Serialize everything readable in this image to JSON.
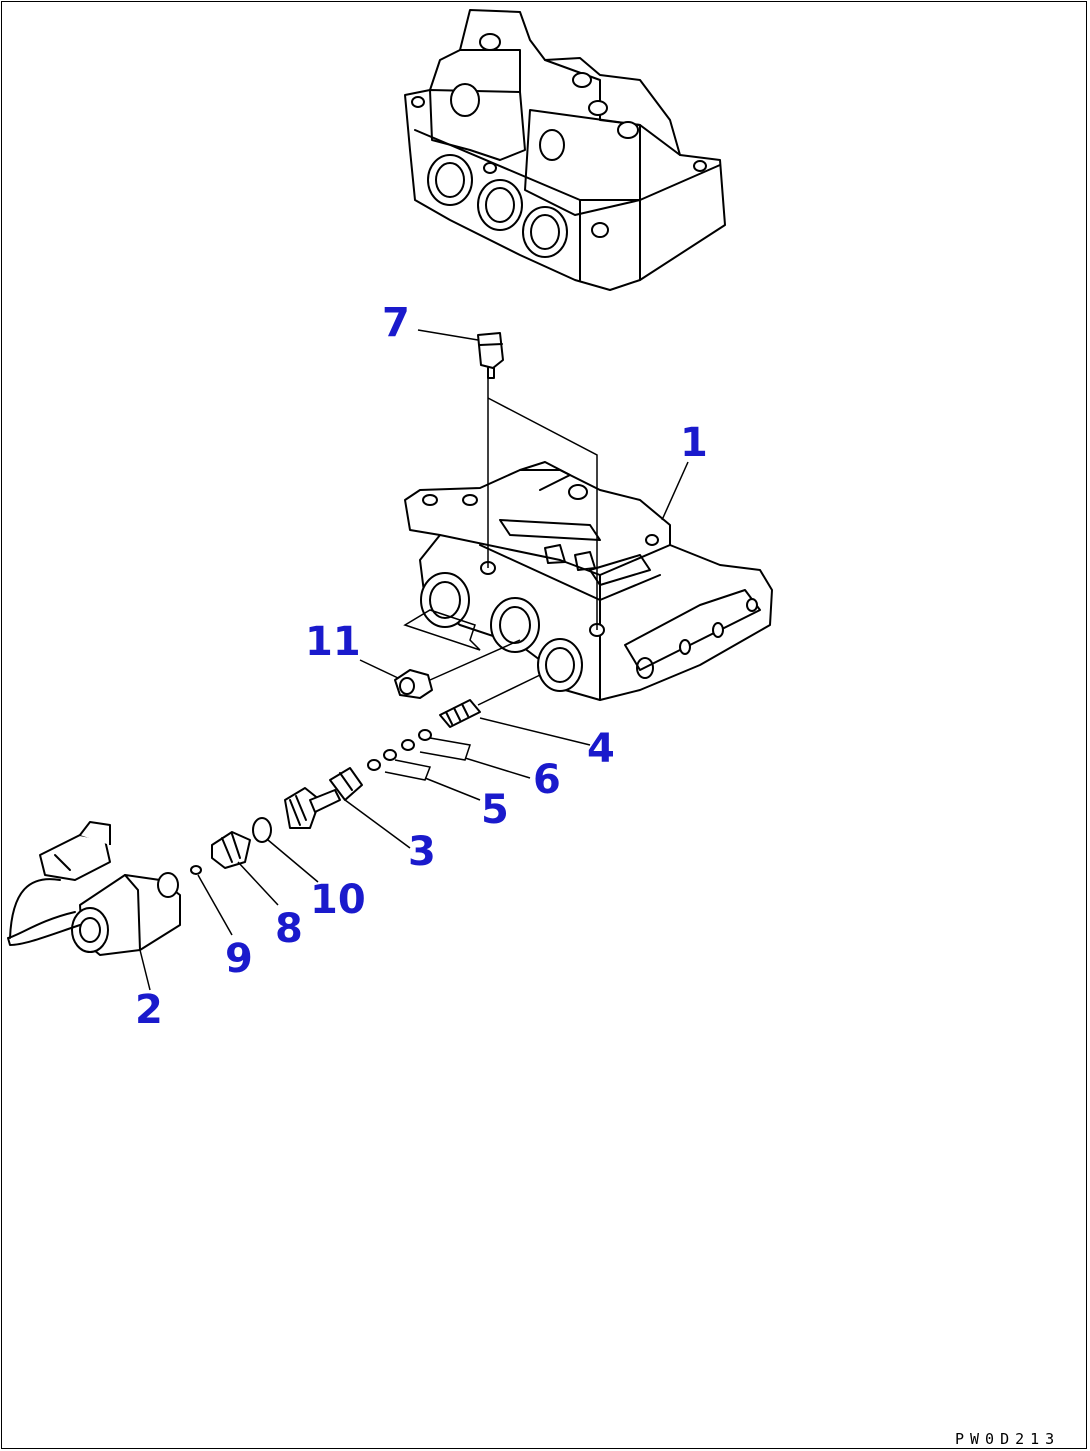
{
  "diagram": {
    "drawing_code": "PW0D213",
    "callouts": [
      {
        "id": "1",
        "label": "1"
      },
      {
        "id": "2",
        "label": "2"
      },
      {
        "id": "3",
        "label": "3"
      },
      {
        "id": "4",
        "label": "4"
      },
      {
        "id": "5",
        "label": "5"
      },
      {
        "id": "6",
        "label": "6"
      },
      {
        "id": "7",
        "label": "7"
      },
      {
        "id": "8",
        "label": "8"
      },
      {
        "id": "9",
        "label": "9"
      },
      {
        "id": "10",
        "label": "10"
      },
      {
        "id": "11",
        "label": "11"
      }
    ],
    "callout_color": "#1a1acc",
    "line_color": "#000000"
  }
}
